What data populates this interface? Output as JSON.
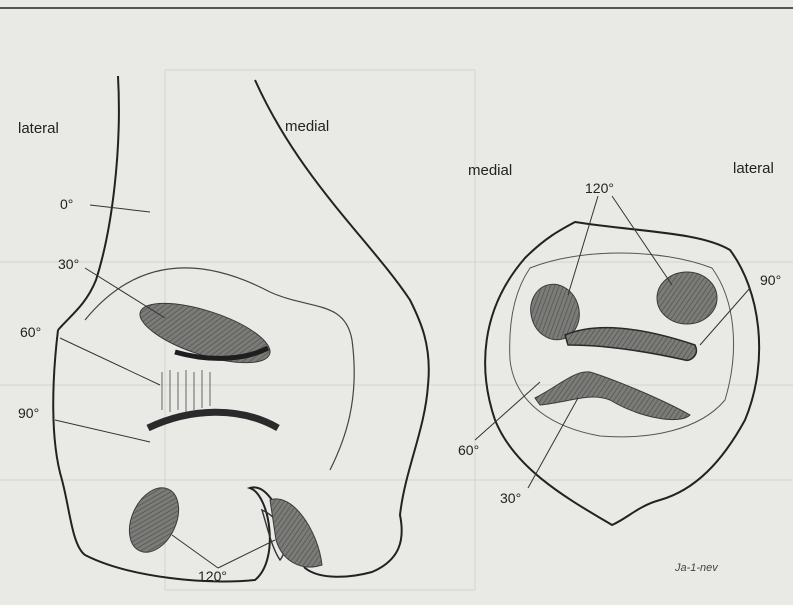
{
  "femur": {
    "lateral": "lateral",
    "medial": "medial",
    "angles": {
      "a0": "0°",
      "a30": "30°",
      "a60": "60°",
      "a90": "90°",
      "a120": "120°"
    }
  },
  "patella": {
    "medial": "medial",
    "lateral": "lateral",
    "angles": {
      "a120": "120°",
      "a90": "90°",
      "a60": "60°",
      "a30": "30°"
    }
  },
  "signature": "Ja-1-nev"
}
